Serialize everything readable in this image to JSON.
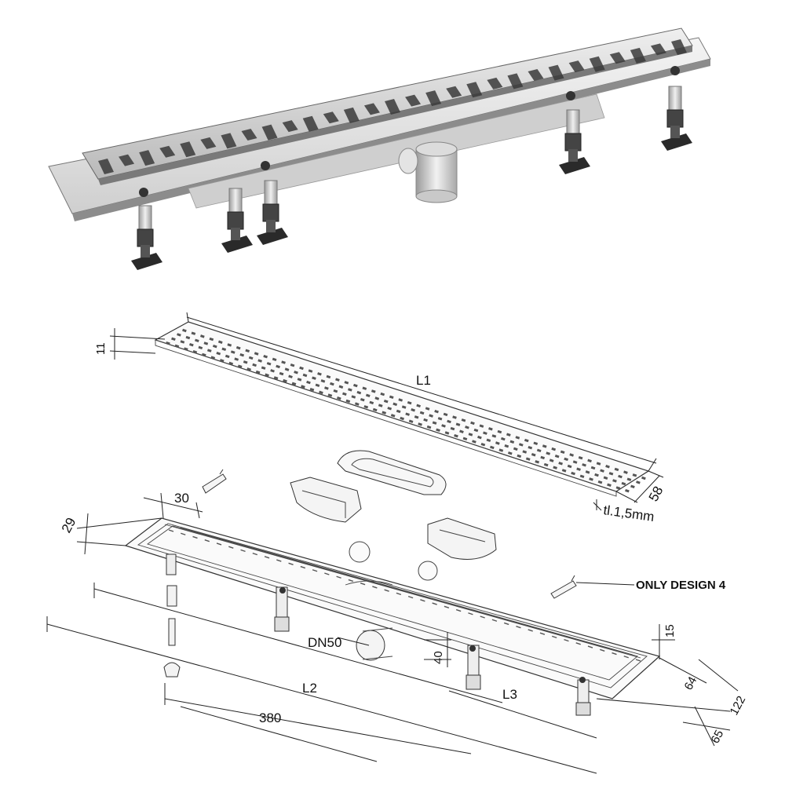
{
  "labels": {
    "grate_height": "11",
    "grate_length": "L1",
    "grate_width": "58",
    "grate_thickness": "tl.1,5mm",
    "flange_30": "30",
    "flange_29": "29",
    "only_design": "ONLY DESIGN 4",
    "outlet": "DN50",
    "outlet_height": "40",
    "body_length": "L2",
    "leg_spacing": "L3",
    "leg_offset": "380",
    "rim_height": "15",
    "inner_width": "64",
    "outer_width": "122",
    "base_height": "65"
  },
  "colors": {
    "steel_light": "#e9e9e9",
    "steel_mid": "#bdbdbd",
    "steel_dark": "#6d6d6d",
    "foot_black": "#2a2a2a",
    "line": "#222222"
  }
}
